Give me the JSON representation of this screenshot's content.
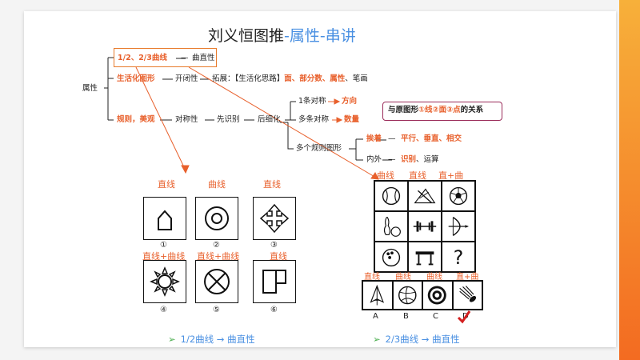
{
  "title": {
    "main": "刘义恒图推",
    "sub": "-属性-串讲"
  },
  "tree": {
    "root": "属性",
    "curve": "1/2、2/3曲线",
    "curve_prop": "曲直性",
    "life": "生活化图形",
    "open_close": "开闭性",
    "expand_pre": "拓展：【生活化思路】",
    "expand_items": "面、部分数、属性",
    "expand_tail": "、笔画",
    "rule": "规则，美观",
    "symmetry": "对称性",
    "first_id": "先识别",
    "then_refine": "后细化",
    "one_axis_pre": "1条对称",
    "one_axis_val": "方向",
    "multi_axis_pre": "多条对称",
    "multi_axis_val": "数量",
    "relation_a": "与原图形",
    "relation_b": "①线②面③点",
    "relation_c": "的关系",
    "multi_rule": "多个规则图形",
    "adjacent": "挨着",
    "adjacent_val": "平行、垂直、相交",
    "inner_outer": "内外",
    "inner_val": "识别",
    "inner_tail": "、运算"
  },
  "left_puzzle": {
    "labels": [
      "直线",
      "曲线",
      "直线",
      "直线+曲线",
      "直线+曲线",
      "直线"
    ],
    "numbers": [
      "①",
      "②",
      "③",
      "④",
      "⑤",
      "⑥"
    ],
    "icons": [
      "house-outline-icon",
      "concentric-circles-icon",
      "four-arrows-icon",
      "sun-icon",
      "circle-x-icon",
      "square-partition-icon"
    ]
  },
  "right_puzzle": {
    "col_labels": [
      "曲线",
      "直线",
      "直+曲"
    ],
    "cells": [
      "baseball-icon",
      "tennis-racket-icon",
      "soccer-ball-icon",
      "bowling-icon",
      "barbell-icon",
      "bow-arrow-icon",
      "bowling-ball-icon",
      "hurdle-icon",
      "question-mark-icon"
    ],
    "question": "?",
    "option_labels": [
      "直线",
      "曲线",
      "曲线",
      "直+曲"
    ],
    "option_letters": [
      "A",
      "B",
      "C",
      "D"
    ],
    "answer": "D"
  },
  "bullets": {
    "left": "1/2曲线 → 曲直性",
    "right": "2/3曲线 → 曲直性"
  },
  "colors": {
    "accent": "#e8602c",
    "blue": "#4a90e2",
    "relation_border": "#9a2c5a"
  }
}
